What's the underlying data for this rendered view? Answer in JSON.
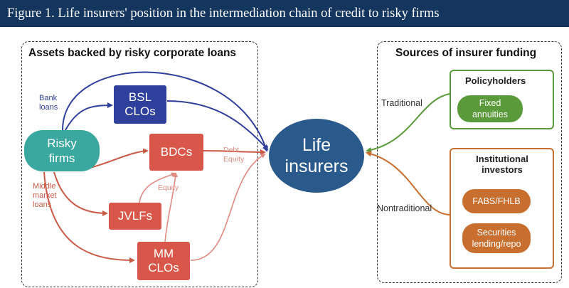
{
  "figure_title": "Figure 1. Life insurers' position in the intermediation chain of credit to risky firms",
  "left_panel": {
    "title": "Assets backed by risky corporate loans"
  },
  "right_panel": {
    "title": "Sources of insurer funding"
  },
  "nodes": {
    "risky_firms": "Risky\nfirms",
    "bsl_clos": "BSL\nCLOs",
    "bdcs": "BDCs",
    "jvlfs": "JVLFs",
    "mm_clos": "MM\nCLOs",
    "life_insurers": "Life\ninsurers",
    "policyholders": "Policyholders",
    "fixed_annuities": "Fixed\nannuities",
    "institutional_investors": "Institutional\ninvestors",
    "fabs_fhlb": "FABS/FHLB",
    "securities_lending": "Securities\nlending/repo"
  },
  "labels": {
    "bank_loans": "Bank\nloans",
    "middle_market_loans": "Middle\nmarket\nloans",
    "debt_equity": "Debt\nEquity",
    "equity": "Equity",
    "traditional": "Traditional",
    "nontraditional": "Nontraditional"
  },
  "colors": {
    "header_bg": "#14365e",
    "blue": "#2e3f9c",
    "red": "#d9574a",
    "red_line": "#c95a46",
    "teal": "#3aa89f",
    "navy_circle": "#2a5a8c",
    "green": "#5a9a3a",
    "orange": "#c86e2e"
  }
}
